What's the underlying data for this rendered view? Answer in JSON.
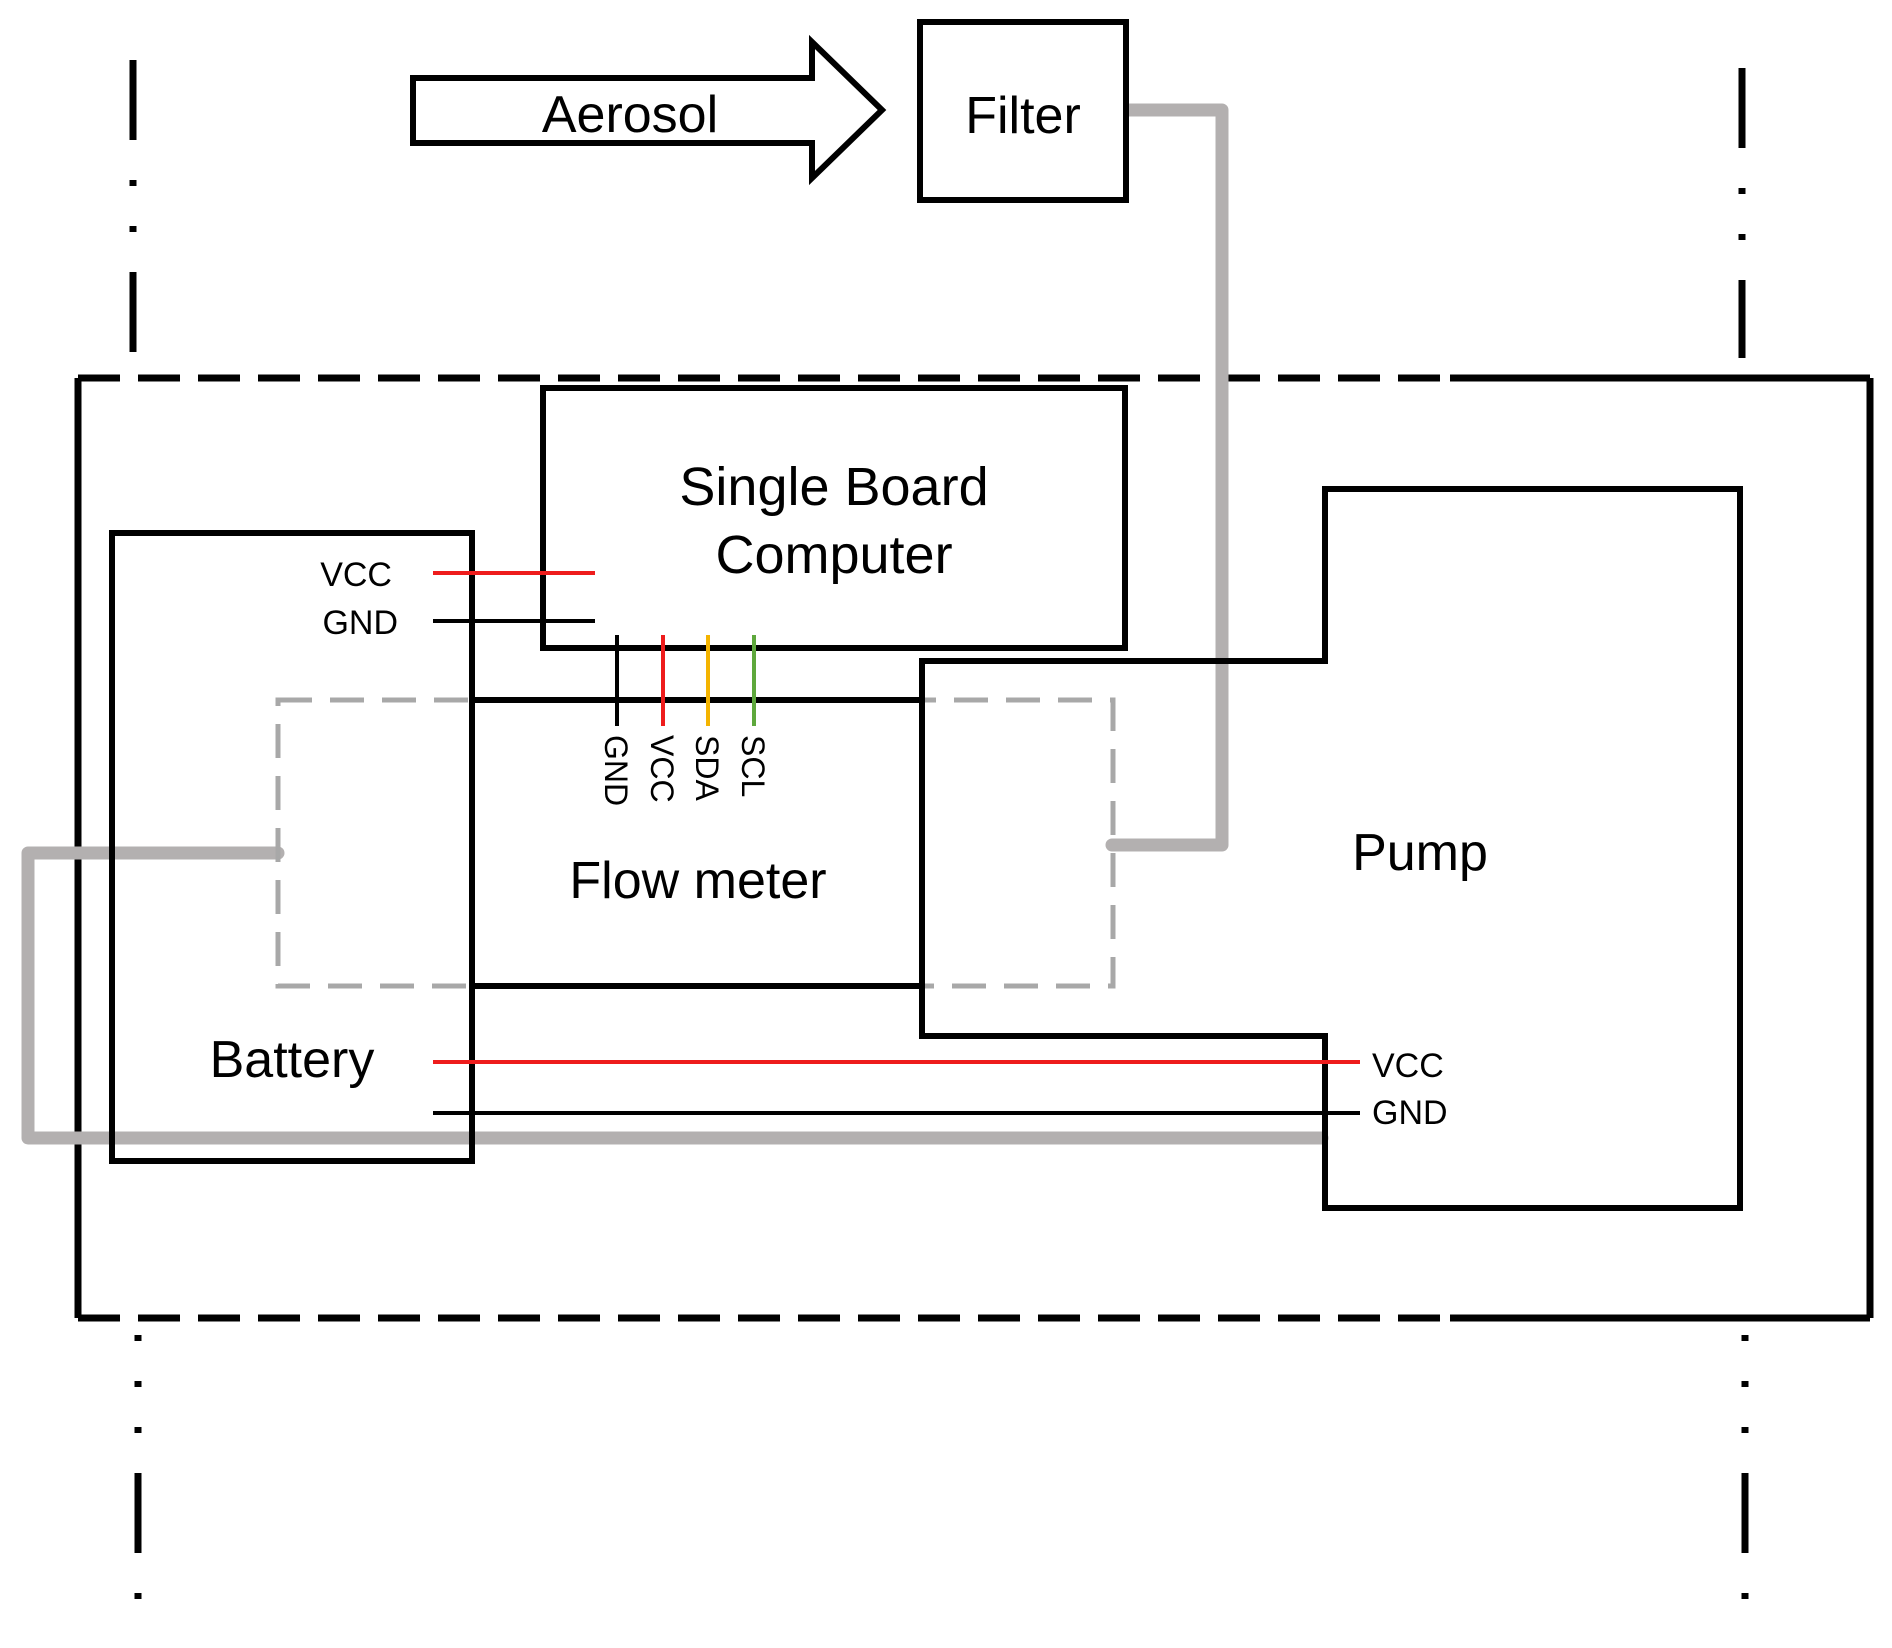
{
  "flow": {
    "aerosol_label": "Aerosol",
    "filter_label": "Filter"
  },
  "components": {
    "sbc_line1": "Single Board",
    "sbc_line2": "Computer",
    "flow_meter": "Flow meter",
    "battery": "Battery",
    "pump": "Pump"
  },
  "battery_sbc_pins": {
    "vcc": "VCC",
    "gnd": "GND"
  },
  "flow_meter_pins": {
    "gnd": "GND",
    "vcc": "VCC",
    "sda": "SDA",
    "scl": "SCL"
  },
  "pump_pins": {
    "vcc": "VCC",
    "gnd": "GND"
  },
  "colors": {
    "outline": "#000000",
    "tubing": "#b3b0b0",
    "dashed_region": "#a8a8a8",
    "vcc_wire": "#ee1c1c",
    "gnd_wire": "#000000",
    "sda_wire": "#f4b400",
    "scl_wire": "#5ea83c"
  }
}
